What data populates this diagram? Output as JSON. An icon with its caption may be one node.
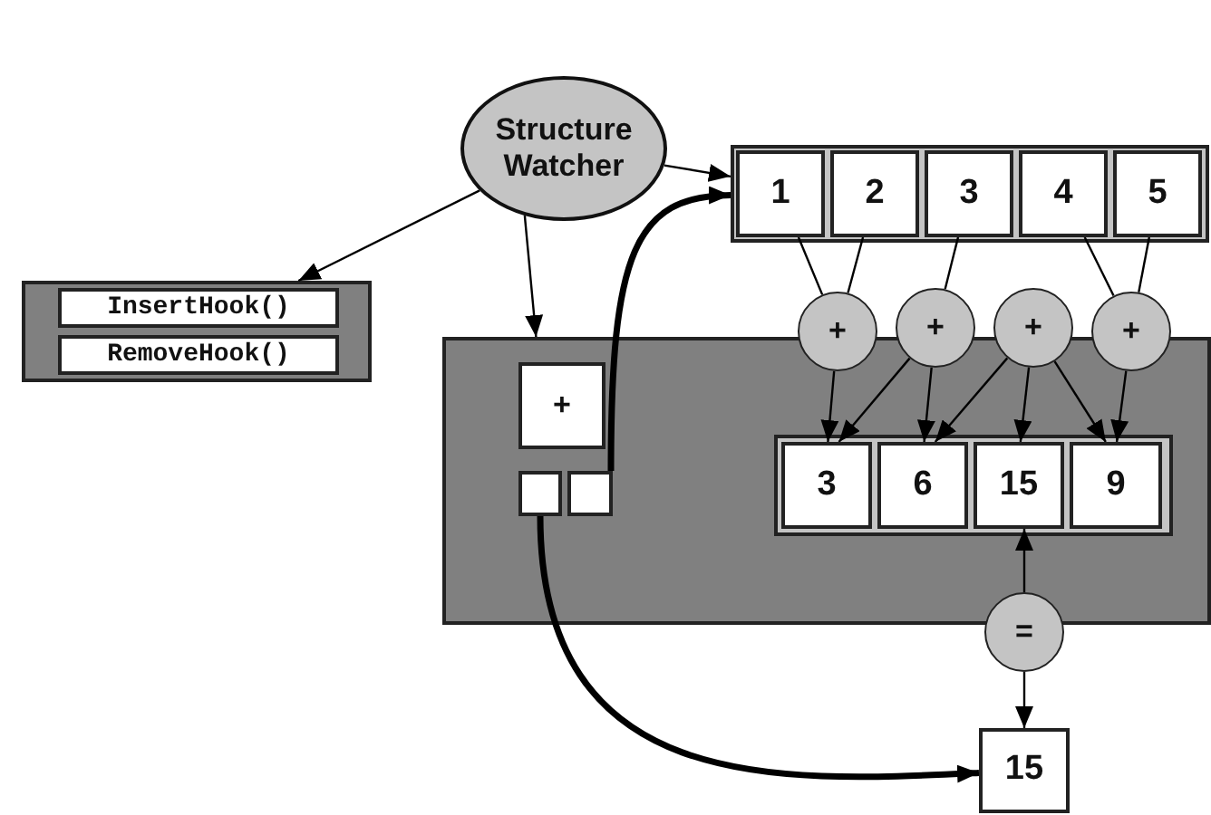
{
  "diagram": {
    "nodes": [
      {
        "text": [
          "Structure Watcher"
        ]
      },
      {
        "text": [],
        "shape": "box"
      },
      {
        "text": [
          "InsertHook()"
        ],
        "in": 1
      },
      {
        "text": [
          "RemoveHook()"
        ],
        "in": 1
      },
      {
        "text": [],
        "shape": "box"
      },
      {
        "text": [
          "1"
        ],
        "in": 4
      },
      {
        "text": [
          "2"
        ],
        "in": 4
      },
      {
        "text": [
          "3"
        ],
        "in": 4
      },
      {
        "text": [
          "4"
        ],
        "in": 4
      },
      {
        "text": [
          "5"
        ],
        "in": 4
      },
      {
        "text": [],
        "shape": "box"
      },
      {
        "text": [
          "+"
        ],
        "in": 10
      },
      {
        "text": [],
        "shape": "box",
        "in": 10
      },
      {
        "text": [],
        "shape": "box",
        "in": 10
      },
      {
        "text": [
          "+"
        ]
      },
      {
        "text": [
          "+"
        ]
      },
      {
        "text": [
          "+"
        ]
      },
      {
        "text": [
          "+"
        ]
      },
      {
        "text": [],
        "shape": "box",
        "in": 10
      },
      {
        "text": [
          "3"
        ],
        "in": 18
      },
      {
        "text": [
          "6"
        ],
        "in": 18
      },
      {
        "text": [
          "15"
        ],
        "in": 18
      },
      {
        "text": [
          "9"
        ],
        "in": 18
      },
      {
        "text": [
          "="
        ]
      },
      {
        "text": [
          "15"
        ]
      }
    ],
    "edges": [
      {
        "from": 0,
        "to": 1,
        "arrow": "to"
      },
      {
        "from": 0,
        "to": 10,
        "arrow": "to"
      },
      {
        "from": 0,
        "to": 4,
        "arrow": "to"
      },
      {
        "from": 13,
        "to": 4,
        "arrow": "to",
        "style": "thick"
      },
      {
        "from": 12,
        "to": 24,
        "arrow": "to",
        "style": "thick"
      },
      {
        "from": 5,
        "to": 14,
        "arrow": "none"
      },
      {
        "from": 6,
        "to": 14,
        "arrow": "none"
      },
      {
        "from": 7,
        "to": 15,
        "arrow": "none"
      },
      {
        "from": 8,
        "to": 17,
        "arrow": "none"
      },
      {
        "from": 9,
        "to": 17,
        "arrow": "none"
      },
      {
        "from": 14,
        "to": 19,
        "arrow": "to"
      },
      {
        "from": 15,
        "to": 19,
        "arrow": "to"
      },
      {
        "from": 15,
        "to": 20,
        "arrow": "to"
      },
      {
        "from": 16,
        "to": 20,
        "arrow": "to"
      },
      {
        "from": 16,
        "to": 21,
        "arrow": "to"
      },
      {
        "from": 16,
        "to": 22,
        "arrow": "to"
      },
      {
        "from": 17,
        "to": 22,
        "arrow": "to"
      },
      {
        "from": 23,
        "to": 21,
        "arrow": "to"
      },
      {
        "from": 23,
        "to": 24,
        "arrow": "to"
      }
    ]
  }
}
